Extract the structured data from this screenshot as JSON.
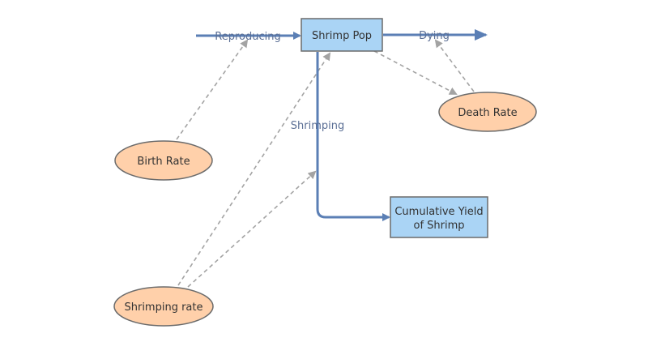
{
  "stocks": {
    "shrimp_pop": "Shrimp Pop",
    "cumulative_yield_line1": "Cumulative Yield",
    "cumulative_yield_line2": "of Shrimp"
  },
  "flows": {
    "reproducing": "Reproducing",
    "dying": "Dying",
    "shrimping": "Shrimping"
  },
  "variables": {
    "birth_rate": "Birth Rate",
    "death_rate": "Death Rate",
    "shrimping_rate": "Shrimping rate"
  },
  "colors": {
    "stock_fill": "#aad4f5",
    "variable_fill": "#ffd0aa",
    "flow": "#5b7fb5",
    "link": "#a3a3a3"
  }
}
